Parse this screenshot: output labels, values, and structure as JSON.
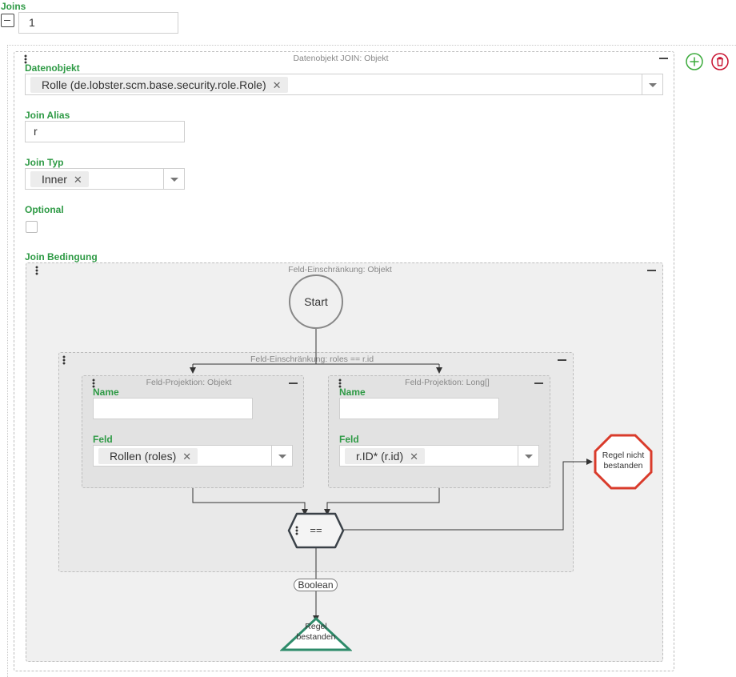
{
  "joins": {
    "label": "Joins",
    "count_value": "1"
  },
  "join_panel": {
    "title": "Datenobjekt JOIN: Objekt",
    "datenobjekt": {
      "label": "Datenobjekt",
      "value": "Rolle (de.lobster.scm.base.security.role.Role)"
    },
    "join_alias": {
      "label": "Join Alias",
      "value": "r"
    },
    "join_typ": {
      "label": "Join Typ",
      "value": "Inner"
    },
    "optional": {
      "label": "Optional",
      "checked": false
    },
    "join_bedingung": {
      "label": "Join Bedingung"
    }
  },
  "flow": {
    "outer_title": "Feld-Einschränkung: Objekt",
    "start_label": "Start",
    "inner_title": "Feld-Einschränkung: roles == r.id",
    "left_projection": {
      "title": "Feld-Projektion: Objekt",
      "name_label": "Name",
      "name_value": "",
      "feld_label": "Feld",
      "feld_value": "Rollen (roles)"
    },
    "right_projection": {
      "title": "Feld-Projektion: Long[]",
      "name_label": "Name",
      "name_value": "",
      "feld_label": "Feld",
      "feld_value": "r.ID* (r.id)"
    },
    "operator": "==",
    "output_type": "Boolean",
    "fail_label_1": "Regel nicht",
    "fail_label_2": "bestanden",
    "pass_label_1": "Regel",
    "pass_label_2": "bestanden"
  },
  "colors": {
    "label_green": "#2e9a45",
    "add_green": "#3aaa3a",
    "delete_red": "#c8102e",
    "fail_red": "#d93b2b",
    "pass_green": "#2e8b6a"
  },
  "icons": {
    "collapse": "minus-square-icon",
    "add": "plus-circle-icon",
    "delete": "trash-icon",
    "drag": "vertical-dots-icon"
  }
}
